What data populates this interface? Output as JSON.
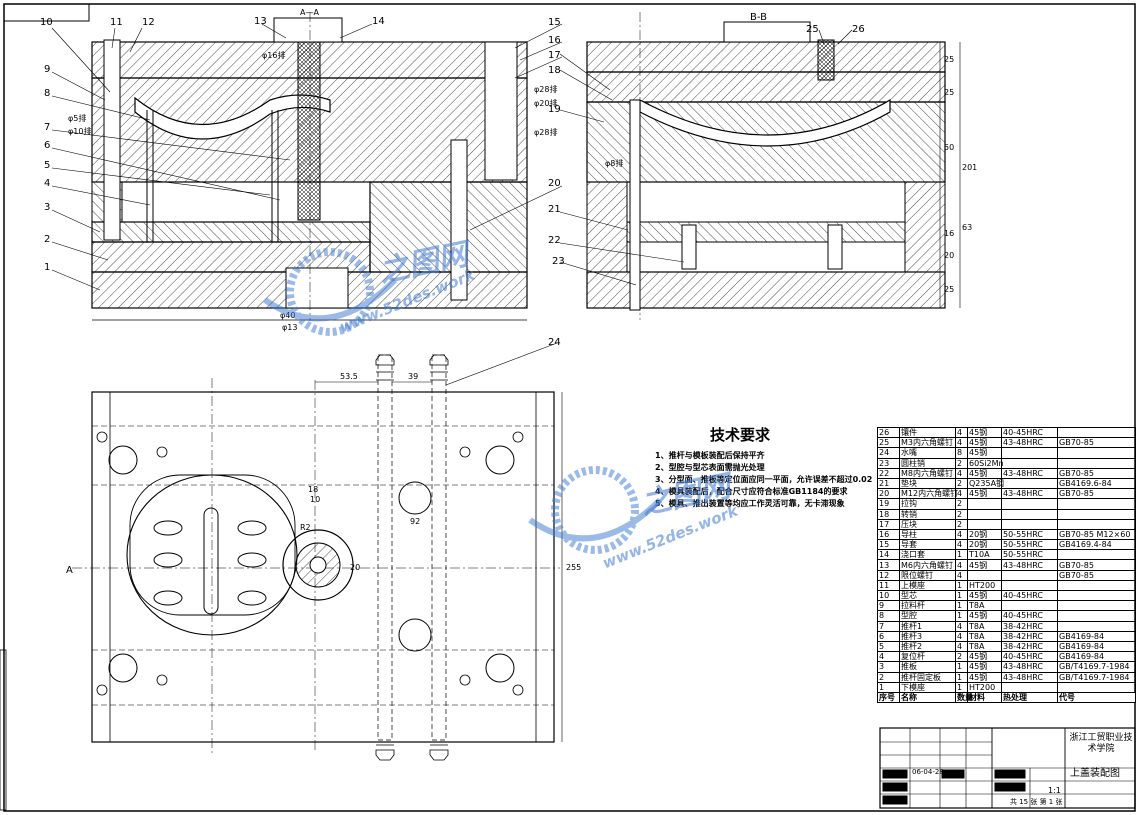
{
  "drawing": {
    "title": "上盖装配图",
    "school": "浙江工贸职业技术学院",
    "scale": "1:1",
    "date": "06-04-28",
    "sheet_info": "共 15 张 第 1 张"
  },
  "sections": {
    "aa_label": "A—A",
    "bb_label": "B-B",
    "view_a_marker": "A",
    "dims_top": [
      "φ16排",
      "φ5排",
      "φ10排",
      "φ28排",
      "φ20排",
      "φ28排",
      "φ8排"
    ],
    "dims_bottom": [
      "φ40",
      "φ13"
    ],
    "dims_right": [
      "25",
      "25",
      "50",
      "201",
      "63",
      "16",
      "20",
      "25"
    ],
    "dims_plan": [
      "53.5",
      "39",
      "18",
      "10",
      "R2",
      "92",
      "20",
      "255"
    ]
  },
  "callouts_left": [
    "10",
    "9",
    "8",
    "7",
    "6",
    "5",
    "4",
    "3",
    "2",
    "1"
  ],
  "callouts_top": [
    "11",
    "12",
    "13",
    "14",
    "15",
    "16",
    "17"
  ],
  "callouts_right": [
    "20",
    "21",
    "22",
    "23",
    "24"
  ],
  "callouts_bb": [
    "25",
    "26",
    "17",
    "18",
    "19"
  ],
  "tech": {
    "title": "技术要求",
    "items": [
      "1、推杆与模板装配后保持平齐",
      "2、型腔与型芯表面需抛光处理",
      "3、分型面、推板等定位面应同一平面，允许误差不超过0.02",
      "4、模具装配后，配合尺寸应符合标准GB1184的要求",
      "5、模具、推出装置等均应工作灵活可靠，无卡滞现象"
    ]
  },
  "bom": {
    "headers": [
      "序号",
      "名称",
      "数量",
      "材料",
      "热处理",
      "代号"
    ],
    "rows": [
      {
        "no": "26",
        "name": "镶件",
        "qty": "4",
        "mat": "45钢",
        "heat": "40-45HRC",
        "code": ""
      },
      {
        "no": "25",
        "name": "M3内六角螺钉",
        "qty": "4",
        "mat": "45钢",
        "heat": "43-48HRC",
        "code": "GB70-85"
      },
      {
        "no": "24",
        "name": "水嘴",
        "qty": "8",
        "mat": "45钢",
        "heat": "",
        "code": ""
      },
      {
        "no": "23",
        "name": "圆柱销",
        "qty": "2",
        "mat": "60Si2Mn",
        "heat": "",
        "code": ""
      },
      {
        "no": "22",
        "name": "M8内六角螺钉",
        "qty": "4",
        "mat": "45钢",
        "heat": "43-48HRC",
        "code": "GB70-85"
      },
      {
        "no": "21",
        "name": "垫块",
        "qty": "2",
        "mat": "Q235A钢",
        "heat": "",
        "code": "GB4169.6-84"
      },
      {
        "no": "20",
        "name": "M12内六角螺钉",
        "qty": "4",
        "mat": "45钢",
        "heat": "43-48HRC",
        "code": "GB70-85"
      },
      {
        "no": "19",
        "name": "拉钩",
        "qty": "2",
        "mat": "",
        "heat": "",
        "code": ""
      },
      {
        "no": "18",
        "name": "转销",
        "qty": "2",
        "mat": "",
        "heat": "",
        "code": ""
      },
      {
        "no": "17",
        "name": "压块",
        "qty": "2",
        "mat": "",
        "heat": "",
        "code": ""
      },
      {
        "no": "16",
        "name": "导柱",
        "qty": "4",
        "mat": "20钢",
        "heat": "50-55HRC",
        "code": "GB70-85 M12×60"
      },
      {
        "no": "15",
        "name": "导套",
        "qty": "4",
        "mat": "20钢",
        "heat": "50-55HRC",
        "code": "GB4169.4-84"
      },
      {
        "no": "14",
        "name": "浇口套",
        "qty": "1",
        "mat": "T10A",
        "heat": "50-55HRC",
        "code": ""
      },
      {
        "no": "13",
        "name": "M6内六角螺钉",
        "qty": "4",
        "mat": "45钢",
        "heat": "43-48HRC",
        "code": "GB70-85"
      },
      {
        "no": "12",
        "name": "限位螺钉",
        "qty": "4",
        "mat": "",
        "heat": "",
        "code": "GB70-85"
      },
      {
        "no": "11",
        "name": "上模座",
        "qty": "1",
        "mat": "HT200",
        "heat": "",
        "code": ""
      },
      {
        "no": "10",
        "name": "型芯",
        "qty": "1",
        "mat": "45钢",
        "heat": "40-45HRC",
        "code": ""
      },
      {
        "no": "9",
        "name": "拉料杆",
        "qty": "1",
        "mat": "T8A",
        "heat": "",
        "code": ""
      },
      {
        "no": "8",
        "name": "型腔",
        "qty": "1",
        "mat": "45钢",
        "heat": "40-45HRC",
        "code": ""
      },
      {
        "no": "7",
        "name": "推杆1",
        "qty": "4",
        "mat": "T8A",
        "heat": "38-42HRC",
        "code": ""
      },
      {
        "no": "6",
        "name": "推杆3",
        "qty": "4",
        "mat": "T8A",
        "heat": "38-42HRC",
        "code": "GB4169-84"
      },
      {
        "no": "5",
        "name": "推杆2",
        "qty": "4",
        "mat": "T8A",
        "heat": "38-42HRC",
        "code": "GB4169-84"
      },
      {
        "no": "4",
        "name": "复位杆",
        "qty": "2",
        "mat": "45钢",
        "heat": "40-45HRC",
        "code": "GB4169-84"
      },
      {
        "no": "3",
        "name": "推板",
        "qty": "1",
        "mat": "45钢",
        "heat": "43-48HRC",
        "code": "GB/T4169.7-1984"
      },
      {
        "no": "2",
        "name": "推杆固定板",
        "qty": "1",
        "mat": "45钢",
        "heat": "43-48HRC",
        "code": "GB/T4169.7-1984"
      },
      {
        "no": "1",
        "name": "下模座",
        "qty": "1",
        "mat": "HT200",
        "heat": "",
        "code": ""
      }
    ]
  },
  "watermark": {
    "brand": "之图网",
    "url": "www.52des.work"
  },
  "colors": {
    "line": "#000000",
    "watermark": "#3c78d2"
  }
}
